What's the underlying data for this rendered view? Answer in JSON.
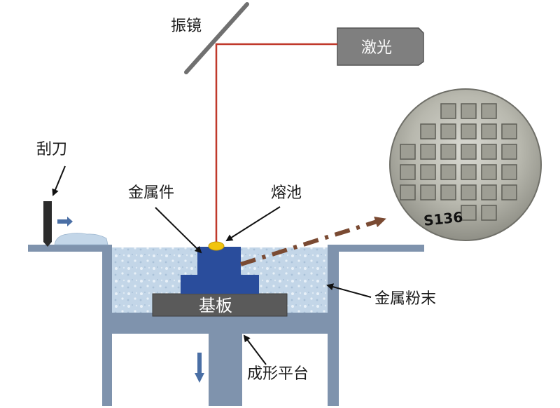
{
  "labels": {
    "galvo": "振镜",
    "laser": "激光",
    "scraper": "刮刀",
    "metal_part": "金属件",
    "melt_pool": "熔池",
    "substrate": "基板",
    "metal_powder": "金属粉末",
    "build_platform": "成形平台",
    "sample_id": "S136"
  },
  "colors": {
    "frame": "#7f93ad",
    "powder": "#bfd3e6",
    "part": "#2a4d9c",
    "substrate": "#5a5a5a",
    "laser_beam": "#c0392b",
    "laser_box": "#7f7f7f",
    "melt_pool": "#f1c40f",
    "dashed_arrow": "#7a4a32",
    "motion_arrow": "#4a6fa5"
  }
}
